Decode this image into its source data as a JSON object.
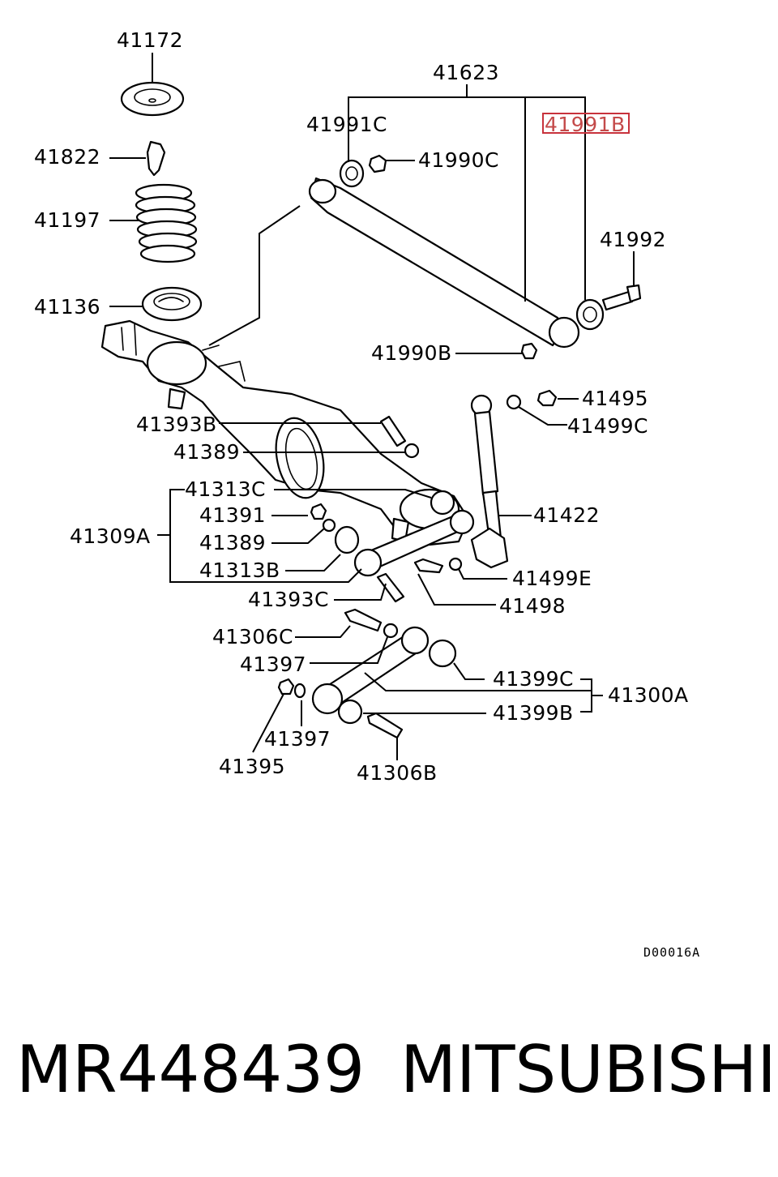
{
  "diagram": {
    "drawing_code": "D00016A",
    "highlighted_label": "41991B",
    "labels": {
      "l41172": "41172",
      "l41822": "41822",
      "l41197": "41197",
      "l41136": "41136",
      "l41623": "41623",
      "l41991C": "41991C",
      "l41991B": "41991B",
      "l41990C": "41990C",
      "l41992": "41992",
      "l41990B": "41990B",
      "l41495": "41495",
      "l41499C": "41499C",
      "l41393B": "41393B",
      "l41389a": "41389",
      "l41313C": "41313C",
      "l41391": "41391",
      "l41389b": "41389",
      "l41309A": "41309A",
      "l41313B": "41313B",
      "l41393C": "41393C",
      "l41422": "41422",
      "l41499E": "41499E",
      "l41498": "41498",
      "l41306C": "41306C",
      "l41397a": "41397",
      "l41399C": "41399C",
      "l41300A": "41300A",
      "l41399B": "41399B",
      "l41397b": "41397",
      "l41395": "41395",
      "l41306B": "41306B"
    },
    "colors": {
      "line": "#000000",
      "highlight_box": "#c8323c",
      "highlight_text": "#c44a4a"
    }
  },
  "footer": {
    "part_number": "MR448439",
    "brand": "MITSUBISHI"
  }
}
